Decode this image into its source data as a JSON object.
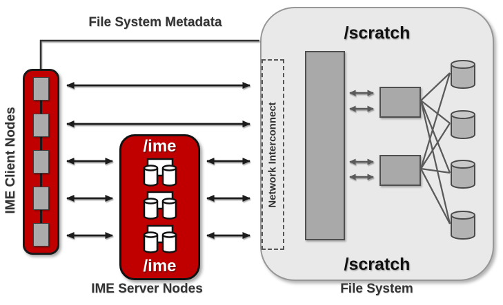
{
  "diagram_title": "File System Metadata",
  "client_nodes": {
    "label": "IME Client Nodes",
    "node_count": 5
  },
  "server_nodes": {
    "label": "IME Server Nodes",
    "mount_label_top": "/ime",
    "mount_label_bottom": "/ime",
    "server_unit_count": 3
  },
  "file_system": {
    "label": "File System",
    "mount_label_top": "/scratch",
    "mount_label_bottom": "/scratch",
    "interconnect_label": "Network Interconnect",
    "storage_server_count": 2,
    "disk_count": 4
  },
  "colors": {
    "ime_red": "#C00000",
    "box_border_dark": "#1a1a1a",
    "node_gray": "#ABABAB",
    "filesystem_bg": "#E9E9E9",
    "arrow_black": "#1a1a1a",
    "arrow_gray": "#5a5a5a",
    "text_dark": "#333333",
    "white": "#FFFFFF"
  }
}
